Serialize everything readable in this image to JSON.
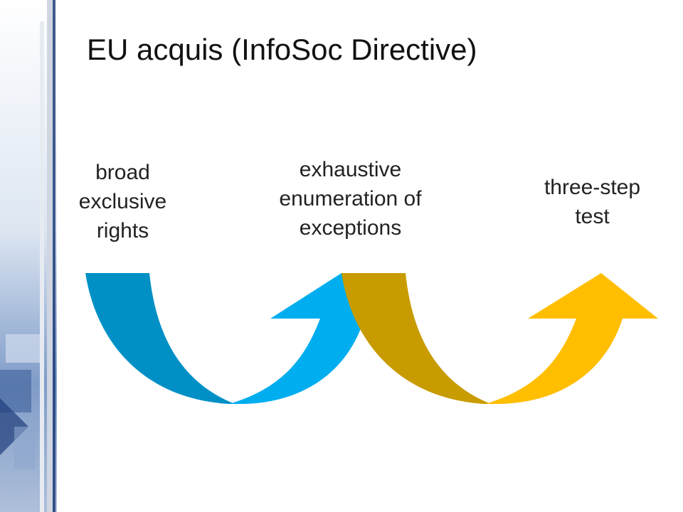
{
  "slide": {
    "title": "EU acquis (InfoSoc Directive)"
  },
  "colors": {
    "blue_dark": "#0190c6",
    "blue_light": "#00aeef",
    "gold_dark": "#c89b00",
    "gold_light": "#ffbe00",
    "side_band": "#1f3d7a"
  },
  "steps": [
    {
      "lines": [
        "broad",
        "exclusive",
        "rights"
      ]
    },
    {
      "lines": [
        "exhaustive",
        "enumeration of",
        "exceptions"
      ]
    },
    {
      "lines": [
        "three-step",
        "test"
      ]
    }
  ]
}
